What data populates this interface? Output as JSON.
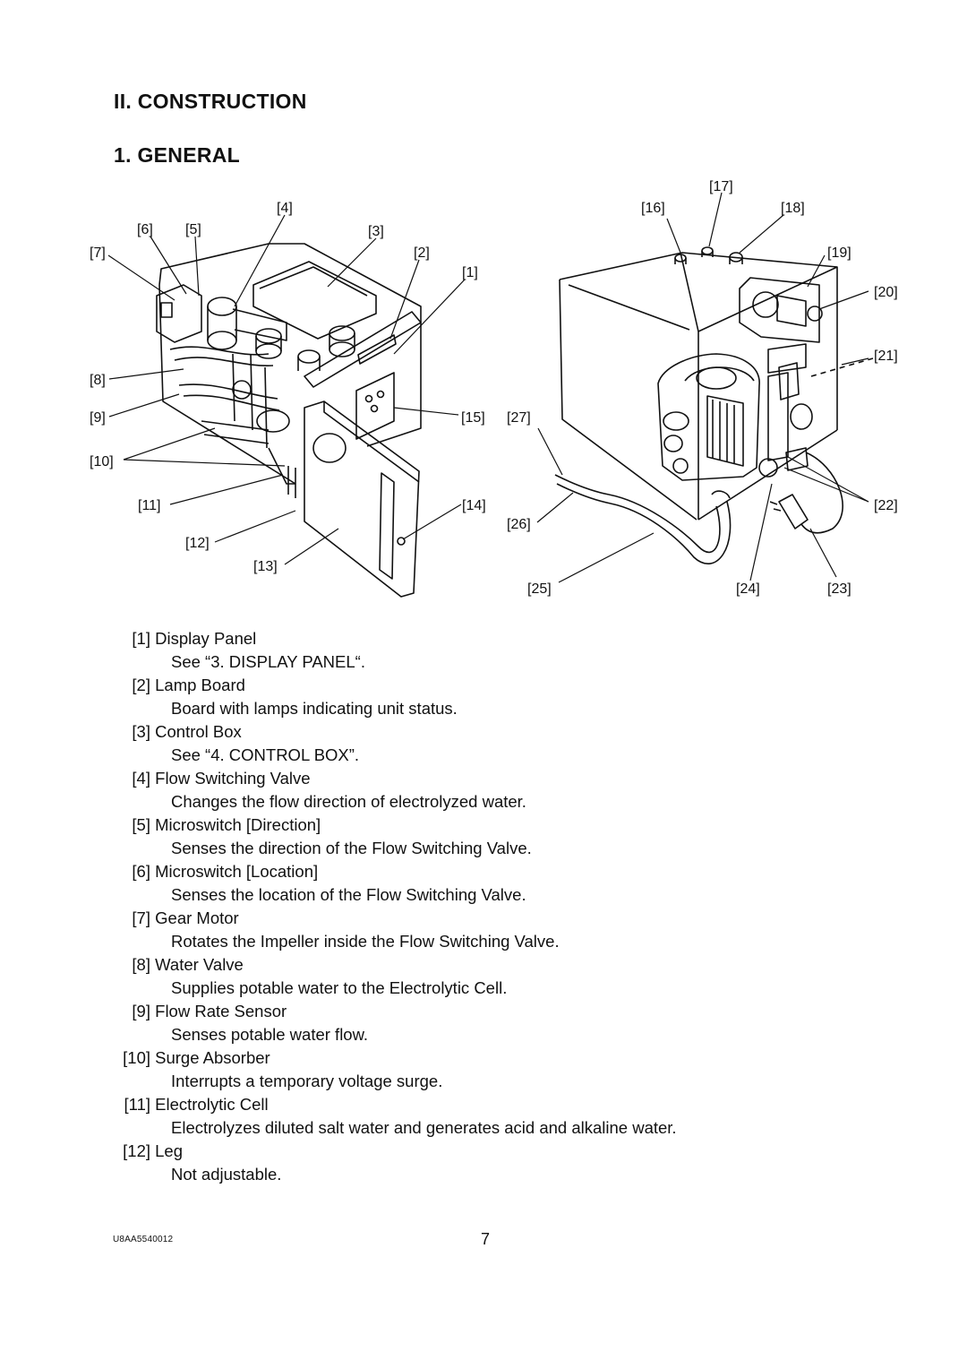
{
  "headings": {
    "section": "II. CONSTRUCTION",
    "subsection": "1. GENERAL"
  },
  "figure": {
    "callouts": [
      "[1]",
      "[2]",
      "[3]",
      "[4]",
      "[5]",
      "[6]",
      "[7]",
      "[8]",
      "[9]",
      "[10]",
      "[11]",
      "[12]",
      "[13]",
      "[14]",
      "[15]",
      "[16]",
      "[17]",
      "[18]",
      "[19]",
      "[20]",
      "[21]",
      "[22]",
      "[23]",
      "[24]",
      "[25]",
      "[26]",
      "[27]"
    ]
  },
  "items": [
    {
      "num": "[1]",
      "name": "Display Panel",
      "desc": "See “3. DISPLAY PANEL“."
    },
    {
      "num": "[2]",
      "name": "Lamp Board",
      "desc": "Board with lamps indicating unit status."
    },
    {
      "num": "[3]",
      "name": "Control Box",
      "desc": "See “4. CONTROL BOX”."
    },
    {
      "num": "[4]",
      "name": "Flow Switching Valve",
      "desc": "Changes the flow direction of electrolyzed water."
    },
    {
      "num": "[5]",
      "name": "Microswitch [Direction]",
      "desc": "Senses the direction of the Flow Switching Valve."
    },
    {
      "num": "[6]",
      "name": "Microswitch [Location]",
      "desc": "Senses the location of the Flow Switching Valve."
    },
    {
      "num": "[7]",
      "name": "Gear Motor",
      "desc": "Rotates the Impeller inside the Flow Switching Valve."
    },
    {
      "num": "[8]",
      "name": "Water Valve",
      "desc": "Supplies potable water to the Electrolytic Cell."
    },
    {
      "num": "[9]",
      "name": "Flow Rate Sensor",
      "desc": "Senses potable water flow."
    },
    {
      "num": "[10]",
      "name": "Surge Absorber",
      "desc": "Interrupts a temporary voltage surge."
    },
    {
      "num": "[11]",
      "name": "Electrolytic Cell",
      "desc": "Electrolyzes diluted salt water and generates acid and alkaline water."
    },
    {
      "num": "[12]",
      "name": "Leg",
      "desc": "Not adjustable."
    }
  ],
  "footer": {
    "doc_code": "U8AA5540012",
    "page_number": "7"
  }
}
